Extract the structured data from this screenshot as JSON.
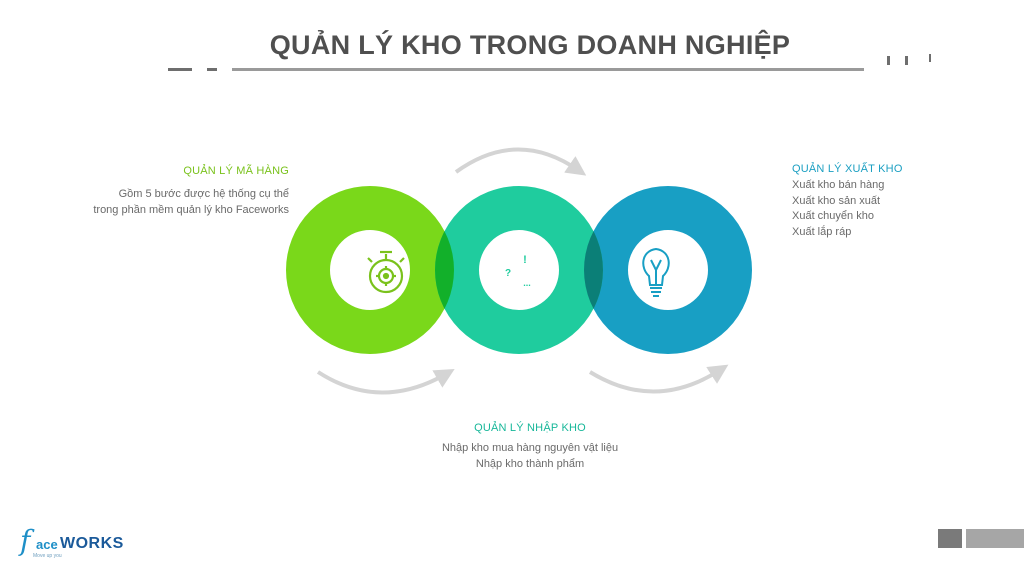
{
  "header": {
    "title": "QUẢN LÝ KHO TRONG DOANH NGHIỆP"
  },
  "sections": {
    "left": {
      "title": "QUẢN LÝ MÃ HÀNG",
      "lines": [
        "Gồm 5 bước được hệ thống cụ thể",
        "trong phần mềm quản lý kho Faceworks"
      ]
    },
    "bottom": {
      "title": "QUẢN LÝ NHẬP KHO",
      "lines": [
        "Nhập kho mua hàng nguyên vật liệu",
        "Nhập kho thành phẩm"
      ]
    },
    "right": {
      "title": "QUẢN LÝ XUẤT KHO",
      "lines": [
        "Xuất kho bán hàng",
        "Xuất kho sản xuất",
        "Xuất chuyển kho",
        "Xuất lắp ráp"
      ]
    }
  },
  "logo": {
    "f": "f",
    "ace": "ace",
    "works": "WORKS",
    "tagline": "Move up you"
  },
  "colors": {
    "green": "#7ad81a",
    "teal": "#1fcc9e",
    "blue": "#189fc4",
    "overlap_left": "#12b02a",
    "overlap_right": "#0b7f77",
    "arrow": "#d4d4d4",
    "title": "#4f4f4f"
  },
  "icons": {
    "left": "stopwatch-gear-icon",
    "center": "chat-bubbles-icon",
    "right": "lightbulb-icon"
  }
}
